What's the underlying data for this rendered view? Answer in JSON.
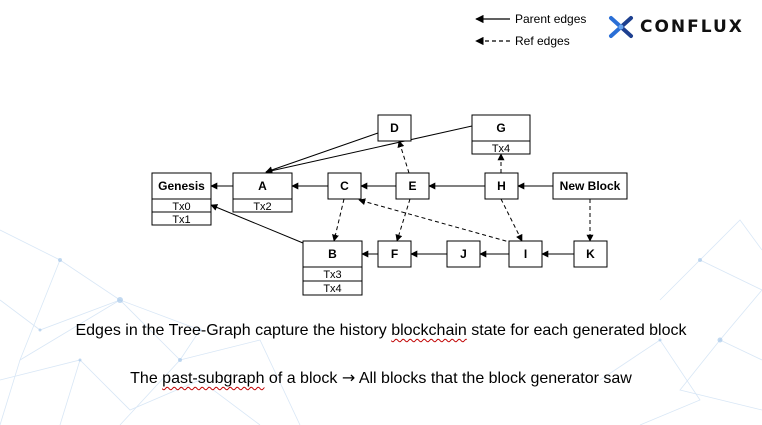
{
  "legend": {
    "parent_label": "Parent edges",
    "ref_label": "Ref edges"
  },
  "logo": {
    "text": "CONFLUX"
  },
  "nodes": {
    "genesis": {
      "label": "Genesis",
      "txs": [
        "Tx0",
        "Tx1"
      ]
    },
    "a": {
      "label": "A",
      "txs": [
        "Tx2"
      ]
    },
    "b": {
      "label": "B",
      "txs": [
        "Tx3",
        "Tx4"
      ]
    },
    "c": {
      "label": "C"
    },
    "d": {
      "label": "D"
    },
    "e": {
      "label": "E"
    },
    "f": {
      "label": "F"
    },
    "g": {
      "label": "G",
      "txs": [
        "Tx4"
      ]
    },
    "h": {
      "label": "H"
    },
    "i": {
      "label": "I"
    },
    "j": {
      "label": "J"
    },
    "k": {
      "label": "K"
    },
    "new": {
      "label": "New Block"
    }
  },
  "captions": {
    "line1": {
      "before": "Edges in the Tree-Graph capture the history ",
      "flagged": "blockchain",
      "after": " state for each generated block"
    },
    "line2": {
      "before": "The ",
      "flagged": "past-subgraph",
      "after": " of a block ",
      "arrow": "→",
      "tail": " All blocks that the block generator saw"
    }
  },
  "colors": {
    "edge": "#000000",
    "network": "#9fc3e6",
    "logo_accent": "#2a6fd6"
  }
}
